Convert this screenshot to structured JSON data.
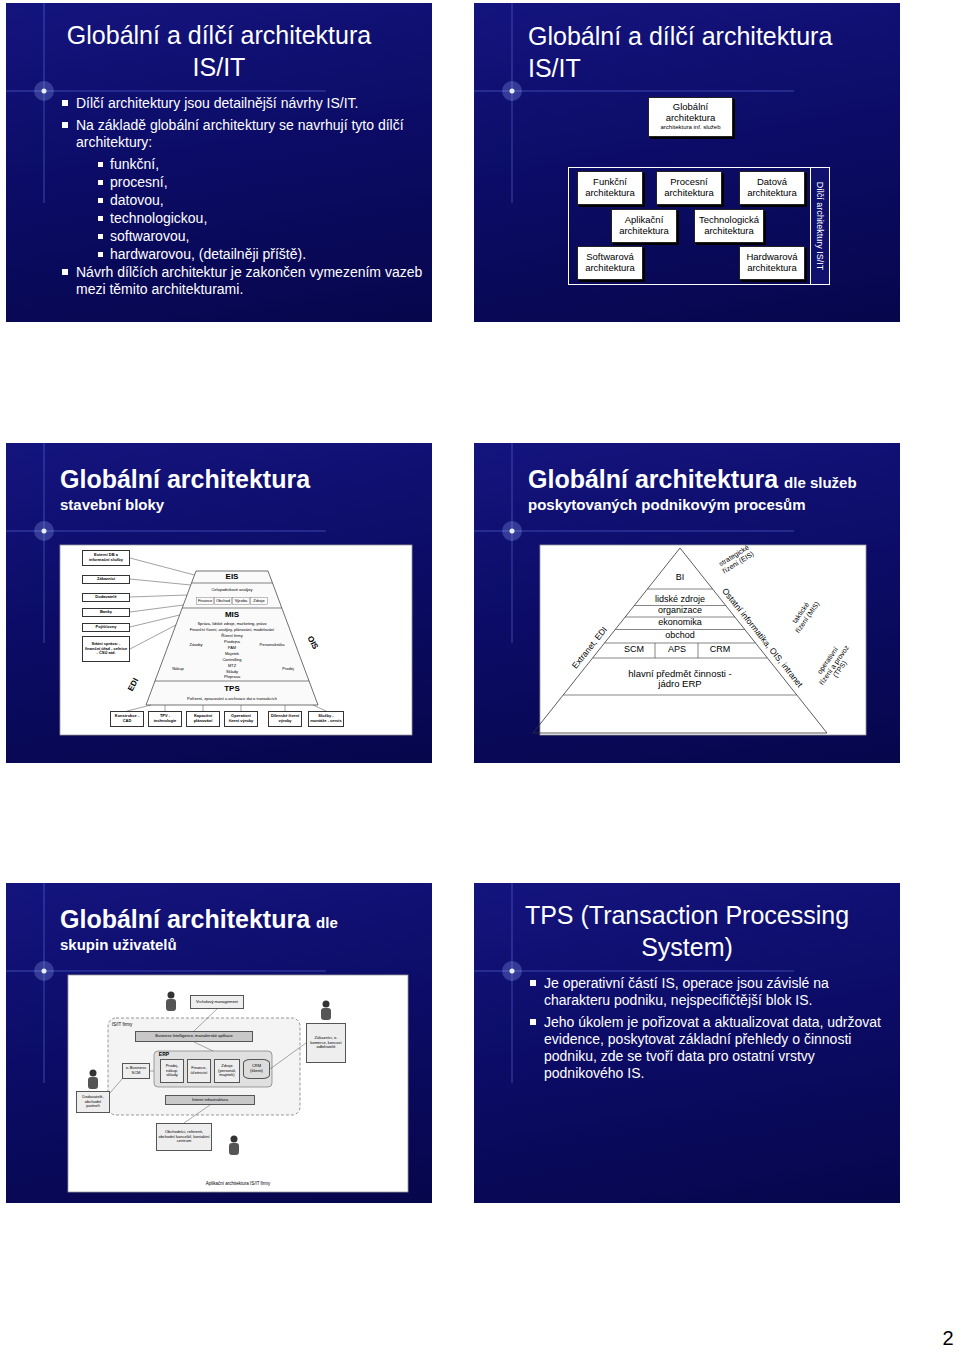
{
  "diagram": {
    "nodes": [
      {
        "text": [
          "Globální a dílčí architektura IS/IT",
          "Dílčí architektury jsou detailnější návrhy IS/IT.",
          "Na základě globální architektury se navrhují tyto dílčí architektury:",
          "funkční,",
          "procesní,",
          "datovou,",
          "technologickou,",
          "softwarovou,",
          "hardwarovou, (detailněji příště).",
          "Návrh dílčích architektur je zakončen vymezením vazeb mezi těmito architekturami."
        ]
      },
      {
        "text": [
          "Globální a dílčí architektura IS/IT"
        ]
      },
      {
        "text": [
          "Globální architektura",
          "architektura inf. služeb"
        ],
        "in": 1
      },
      {
        "text": [
          "Dílčí architektury IS/IT"
        ],
        "in": 1
      },
      {
        "text": [
          "Funkční architektura"
        ],
        "in": 3
      },
      {
        "text": [
          "Procesní architektura"
        ],
        "in": 3
      },
      {
        "text": [
          "Datová architektura"
        ],
        "in": 3
      },
      {
        "text": [
          "Aplikační architektura"
        ],
        "in": 3
      },
      {
        "text": [
          "Technologická architektura"
        ],
        "in": 3
      },
      {
        "text": [
          "Softwarová architektura"
        ],
        "in": 3
      },
      {
        "text": [
          "Hardwarová architektura"
        ],
        "in": 3
      },
      {
        "text": [
          "Globální architektura",
          "stavební bloky"
        ]
      },
      {
        "text": [
          "Externí DB a informační služby"
        ],
        "in": 11
      },
      {
        "text": [
          "Zákazníci"
        ],
        "in": 11
      },
      {
        "text": [
          "Dodavatelé"
        ],
        "in": 11
      },
      {
        "text": [
          "Banky"
        ],
        "in": 11
      },
      {
        "text": [
          "Pojišťovny"
        ],
        "in": 11
      },
      {
        "text": [
          "Státní správa: - finanční úřad - celnice - ČSÚ atd."
        ],
        "in": 11
      },
      {
        "text": [
          "Konstrukce - CAD"
        ],
        "in": 11
      },
      {
        "text": [
          "TPV - technologie"
        ],
        "in": 11
      },
      {
        "text": [
          "Kapacitní plánování"
        ],
        "in": 11
      },
      {
        "text": [
          "Operativní řízení výroby"
        ],
        "in": 11
      },
      {
        "text": [
          "Dílenské řízení výroby"
        ],
        "in": 11
      },
      {
        "text": [
          "Služby - montáže - servis"
        ],
        "in": 11
      },
      {
        "text": [
          "Globální architektura",
          "dle služeb",
          "poskytovaných podnikovým procesům"
        ]
      },
      {
        "text": [
          "Globální architektura",
          "dle",
          "skupin uživatelů"
        ]
      },
      {
        "text": [
          "Vrcholový management"
        ],
        "in": 25
      },
      {
        "text": [
          "Business Intelligence, manažerské aplikace"
        ],
        "in": 25
      },
      {
        "text": [
          "e-Business SCM"
        ],
        "in": 25
      },
      {
        "text": [
          "Prodej, nákup, sklady"
        ],
        "in": 25
      },
      {
        "text": [
          "Finance, účetnictví"
        ],
        "in": 25
      },
      {
        "text": [
          "Zdroje (personál, majetek)"
        ],
        "in": 25
      },
      {
        "text": [
          "CRM (klienti)"
        ],
        "in": 25
      },
      {
        "text": [
          "Zákazníci, e-komerce, koncoví odběratelé"
        ],
        "in": 25
      },
      {
        "text": [
          "Dodavatelé, obchodní partneři"
        ],
        "in": 25
      },
      {
        "text": [
          "Interní infrastruktura"
        ],
        "in": 25
      },
      {
        "text": [
          "Obchodníci, referenti, obchodní kancelář, kontaktní centrum"
        ],
        "in": 25
      },
      {
        "text": [
          "TPS (Transaction Processing System)",
          "Je operativní částí IS, operace jsou závislé na charakteru podniku, nejspecifičtější blok IS.",
          "Jeho úkolem je pořizovat a aktualizovat data, udržovat evidence, poskytovat základní přehledy o činnosti podniku, zde se tvoří data pro ostatní vrstvy podnikového IS."
        ]
      }
    ],
    "labels": [
      "EIS",
      "Celopodnikové analýzy",
      "Finance",
      "Obchod",
      "Výroba",
      "Zdroje",
      "MIS",
      "Správa, lidské zdroje, marketing, právo",
      "Finanční řízení, analýzy, plánování, modelování",
      "Řízení firmy",
      "Zásoby",
      "Prodejna",
      "Personalistika",
      "PAM",
      "Majetek",
      "Controlling",
      "MTZ",
      "Nákup",
      "Sklady",
      "Prodej",
      "Přeprava",
      "TPS",
      "Pořízení, zpracování a archivace dat o transakcích",
      "EDI",
      "OIS",
      "BI",
      "lidské zdroje",
      "organizace",
      "ekonomika",
      "obchod",
      "SCM",
      "APS",
      "CRM",
      "hlavní předmět činnosti - jádro ERP",
      "Extranet, EDI",
      "Ostatní informatika, OIS, intranet",
      "strategické řízení (EIS)",
      "taktické řízení (MIS)",
      "operativní řízení a provoz (TPS)",
      "IS/IT firmy",
      "ERP",
      "Aplikační architektura IS/IT firmy",
      "2"
    ]
  }
}
